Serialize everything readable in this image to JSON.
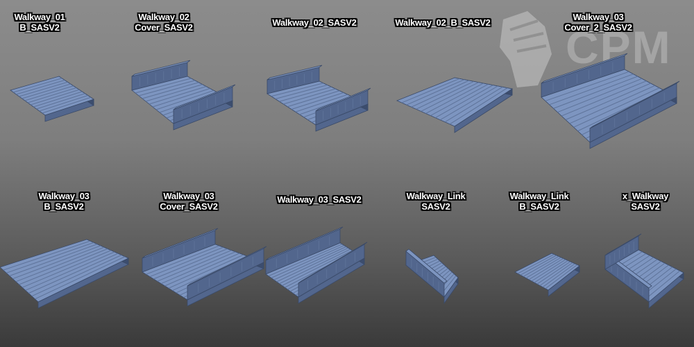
{
  "logo": {
    "text": "CPM"
  },
  "models": [
    {
      "lines": [
        "Walkway_01",
        "B_SASV2"
      ]
    },
    {
      "lines": [
        "Walkway_02",
        "Cover_SASV2"
      ]
    },
    {
      "lines": [
        "Walkway_02_SASV2"
      ]
    },
    {
      "lines": [
        "Walkway_02_B_SASV2"
      ]
    },
    {
      "lines": [
        "Walkway_03",
        "Cover_2_SASV2"
      ]
    },
    {
      "lines": [
        "Walkway_03",
        "B_SASV2"
      ]
    },
    {
      "lines": [
        "Walkway_03",
        "Cover_SASV2"
      ]
    },
    {
      "lines": [
        "Walkway_03_SASV2"
      ]
    },
    {
      "lines": [
        "Walkway_Link",
        "SASV2"
      ]
    },
    {
      "lines": [
        "Walkway_Link",
        "B_SASV2"
      ]
    },
    {
      "lines": [
        "x_Walkway",
        "SASV2"
      ]
    }
  ],
  "colors": {
    "top": "#7d95c0",
    "side": "#52668d",
    "dark": "#3c4d6e",
    "line": "#5e7399"
  }
}
